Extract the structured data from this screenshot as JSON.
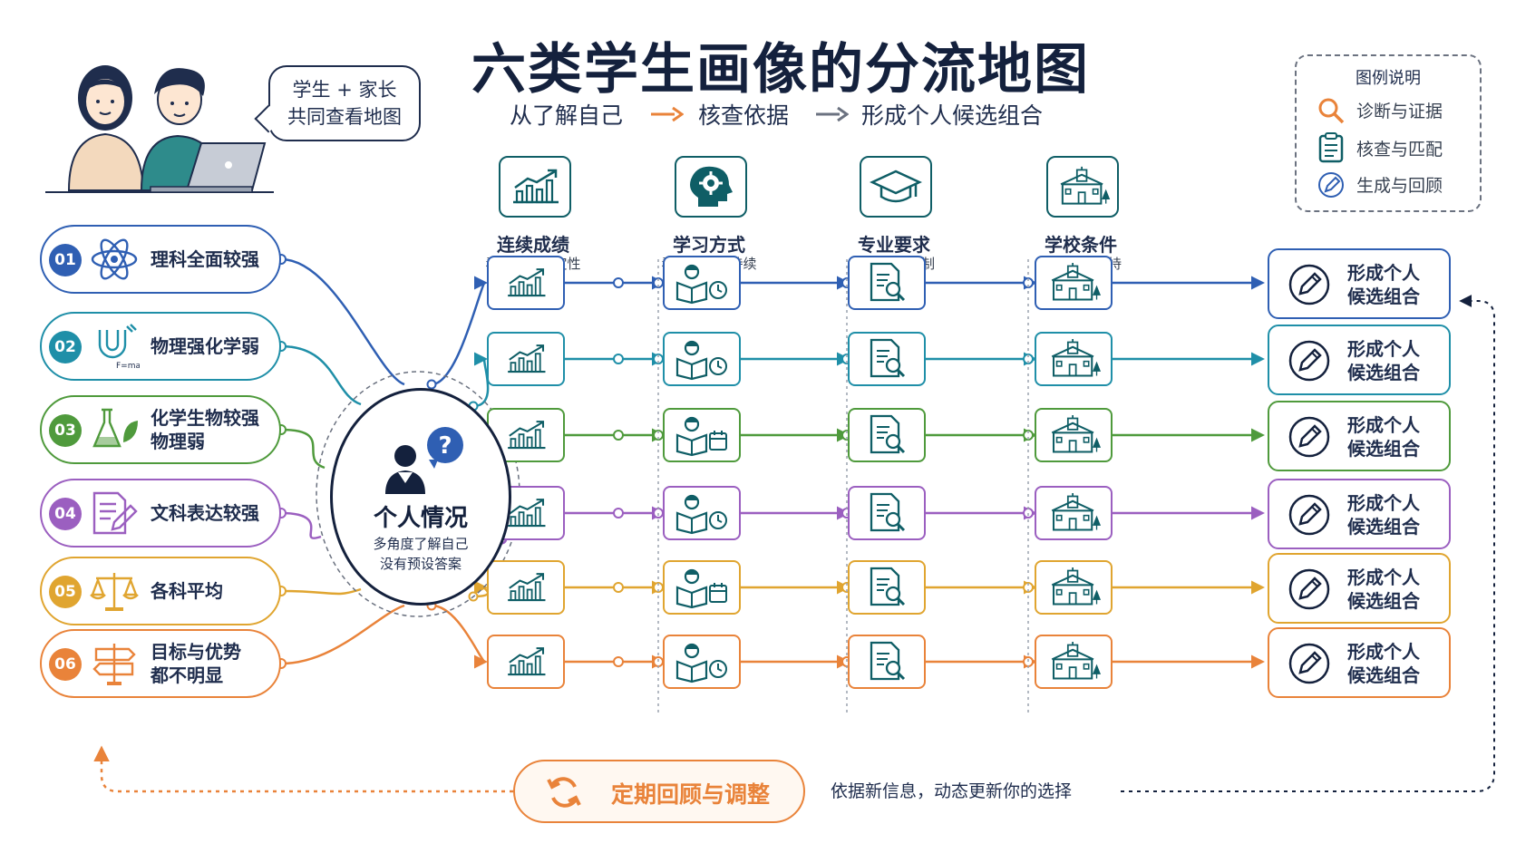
{
  "title": "六类学生画像的分流地图",
  "subtitle": {
    "step1": "从了解自己",
    "step2": "核查依据",
    "step3": "形成个人候选组合"
  },
  "bubble": {
    "line1": "学生 + 家长",
    "line2": "共同查看地图"
  },
  "legend": {
    "title": "图例说明",
    "items": [
      {
        "icon": "magnifier-icon",
        "label": "诊断与证据",
        "color": "#e9833a"
      },
      {
        "icon": "clipboard-icon",
        "label": "核查与匹配",
        "color": "#0f5e66"
      },
      {
        "icon": "pen-icon",
        "label": "生成与回顾",
        "color": "#2f5fb3"
      }
    ]
  },
  "stages": [
    {
      "title": "连续成绩",
      "sub": "看趋势与稳定性",
      "icon": "chart-icon"
    },
    {
      "title": "学习方式",
      "sub": "看适配与可持续",
      "icon": "head-gear-icon"
    },
    {
      "title": "专业要求",
      "sub": "看方向与限制",
      "icon": "graduation-cap-icon"
    },
    {
      "title": "学校条件",
      "sub": "看资源与支持",
      "icon": "school-icon"
    }
  ],
  "profiles": [
    {
      "num": "01",
      "lines": [
        "理科全面较强"
      ],
      "icon": "atom-icon",
      "color": "#2f5fb3",
      "study_icon": "clock-icon"
    },
    {
      "num": "02",
      "lines": [
        "物理强化学弱"
      ],
      "icon": "magnet-icon",
      "icon_text": "F=ma",
      "color": "#1f8fa8",
      "study_icon": "clock-icon"
    },
    {
      "num": "03",
      "lines": [
        "化学生物较强",
        "物理弱"
      ],
      "icon": "flask-leaf-icon",
      "color": "#4f9a3c",
      "study_icon": "calendar-icon"
    },
    {
      "num": "04",
      "lines": [
        "文科表达较强"
      ],
      "icon": "document-pen-icon",
      "color": "#9b5fc0",
      "study_icon": "clock-icon"
    },
    {
      "num": "05",
      "lines": [
        "各科平均"
      ],
      "icon": "scales-icon",
      "color": "#e0a530",
      "study_icon": "calendar-icon"
    },
    {
      "num": "06",
      "lines": [
        "目标与优势",
        "都不明显"
      ],
      "icon": "signpost-icon",
      "color": "#e9833a",
      "study_icon": "clock-icon"
    }
  ],
  "center": {
    "title": "个人情况",
    "sub1": "多角度了解自己",
    "sub2": "没有预设答案",
    "icon": "person-question-icon"
  },
  "result": {
    "line1": "形成个人",
    "line2": "候选组合",
    "icon": "pen-circle-icon"
  },
  "review": {
    "label": "定期回顾与调整",
    "note": "依据新信息，动态更新你的选择",
    "icon": "refresh-icon",
    "color": "#e9833a"
  },
  "dark": "#14213d",
  "teal": "#0f5e66"
}
